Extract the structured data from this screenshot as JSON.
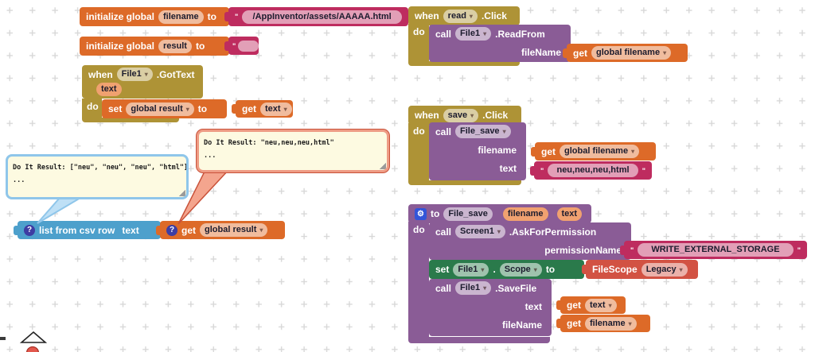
{
  "colors": {
    "variables_orange": "#DD6A28",
    "text_magenta": "#BE2C5F",
    "event_olive": "#AE9336",
    "method_purple": "#8A5C96",
    "property_green": "#2A7A4B",
    "helper_red": "#D25243",
    "list_blue": "#4DA0CC",
    "comment_icon_indigo": "#3D3DA3",
    "bubble_fill": "#FDFAE1",
    "bubble_blue_border": "#8FC6EA",
    "bubble_red_border": "#EE9B84",
    "grid_dot": "#d8d8d8"
  },
  "icons": {
    "dropdown": "▾",
    "question": "?",
    "gear": "⚙",
    "quote": "\""
  },
  "left": {
    "init_filename": {
      "kw1": "initialize global",
      "name": "filename",
      "kw2": "to"
    },
    "filename_value": {
      "text": "/AppInventor/assets/AAAAA.html"
    },
    "init_result": {
      "kw1": "initialize global",
      "name": "result",
      "kw2": "to"
    },
    "result_value": {
      "text": ""
    },
    "gottext_event": {
      "when": "when",
      "component": "File1",
      "event": ".GotText",
      "param": "text",
      "do": "do",
      "set_result": {
        "set": "set",
        "var": "global result",
        "to": "to"
      },
      "get_text": {
        "get": "get",
        "var": "text"
      }
    },
    "bubble_list": {
      "line1": "Do It Result: [\"neu\", \"neu\", \"neu\", \"html\"]",
      "line2": "..."
    },
    "bubble_result": {
      "line1": "Do It Result: \"neu,neu,neu,html\"",
      "line2": "..."
    },
    "list_from_csv": {
      "label": "list from csv row",
      "arg": "text"
    },
    "get_global_result": {
      "get": "get",
      "var": "global result"
    }
  },
  "right": {
    "read_event": {
      "when": "when",
      "component": "read",
      "event": ".Click",
      "do": "do",
      "call_readfrom": {
        "call": "call",
        "component": "File1",
        "method": ".ReadFrom",
        "arg1": "fileName"
      },
      "get_global_filename": {
        "get": "get",
        "var": "global filename"
      }
    },
    "save_event": {
      "when": "when",
      "component": "save",
      "event": ".Click",
      "do": "do",
      "call_file_save": {
        "call": "call",
        "proc": "File_save",
        "arg1": "filename",
        "arg2": "text"
      },
      "get_global_filename": {
        "get": "get",
        "var": "global filename"
      },
      "text_value": {
        "text": "neu,neu,neu,html"
      }
    },
    "procedure": {
      "to": "to",
      "name": "File_save",
      "param1": "filename",
      "param2": "text",
      "do": "do",
      "call_ask": {
        "call": "call",
        "component": "Screen1",
        "method": ".AskForPermission",
        "arg1": "permissionName"
      },
      "permission_value": {
        "text": "WRITE_EXTERNAL_STORAGE"
      },
      "set_scope": {
        "set": "set",
        "component": "File1",
        "dot": ".",
        "prop": "Scope",
        "to": "to"
      },
      "filescope": {
        "label": "FileScope",
        "option": "Legacy"
      },
      "call_savefile": {
        "call": "call",
        "component": "File1",
        "method": ".SaveFile",
        "arg1": "text",
        "arg2": "fileName"
      },
      "get_text": {
        "get": "get",
        "var": "text"
      },
      "get_filename": {
        "get": "get",
        "var": "filename"
      }
    }
  }
}
